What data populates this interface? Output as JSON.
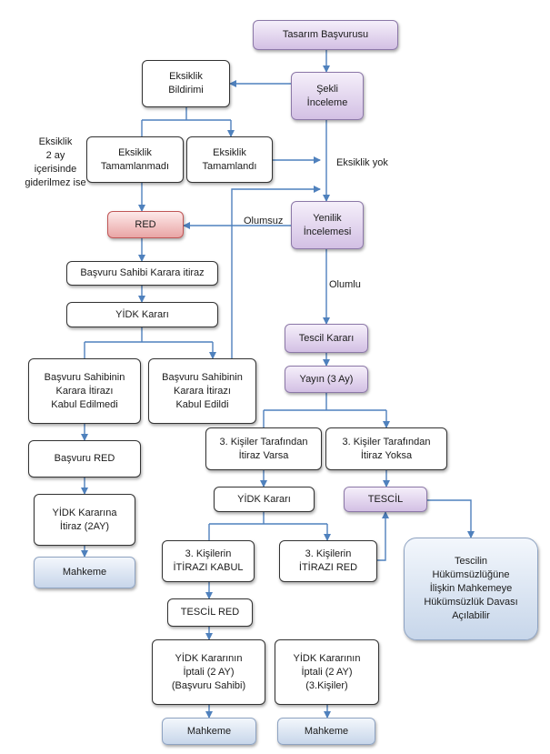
{
  "nodes": {
    "tasarim_basvurusu": "Tasarım Başvurusu",
    "sekli_inceleme": "Şekli\nİnceleme",
    "eksiklik_bildirimi": "Eksiklik\nBildirimi",
    "eksiklik_tamamlanmadi": "Eksiklik\nTamamlanmadı",
    "eksiklik_tamamlandi": "Eksiklik\nTamamlandı",
    "red": "RED",
    "yenilik_incelemesi": "Yenilik\nİncelemesi",
    "basvuru_sahibi_karara_itiraz": "Başvuru Sahibi Karara itiraz",
    "yidk_karari_1": "YİDK Kararı",
    "itiraz_kabul_edilmedi": "Başvuru Sahibinin\nKarara İtirazı\nKabul Edilmedi",
    "itiraz_kabul_edildi": "Başvuru Sahibinin\nKarara İtirazı\nKabul Edildi",
    "basvuru_red": "Başvuru RED",
    "yidk_kararina_itiraz": "YİDK Kararına\nİtiraz (2AY)",
    "mahkeme_1": "Mahkeme",
    "tescil_karari": "Tescil Kararı",
    "yayin": "Yayın (3 Ay)",
    "itiraz_varsa": "3. Kişiler Tarafından\nİtiraz Varsa",
    "itiraz_yoksa": "3. Kişiler Tarafından\nİtiraz Yoksa",
    "yidk_karari_2": "YİDK Kararı",
    "tescil": "TESCİL",
    "itirazi_kabul": "3. Kişilerin\nİTİRAZI KABUL",
    "itirazi_red": "3. Kişilerin\nİTİRAZI RED",
    "hukumsuzluk": "Tescilin\nHükümsüzlüğüne\nİlişkin Mahkemeye\nHükümsüzlük Davası\nAçılabilir",
    "tescil_red": "TESCİL RED",
    "iptal_basvuru_sahibi": "YİDK Kararının\nİptali (2 AY)\n(Başvuru Sahibi)",
    "iptal_kisiler": "YİDK Kararının\nİptali (2 AY)\n(3.Kişiler)",
    "mahkeme_2": "Mahkeme",
    "mahkeme_3": "Mahkeme"
  },
  "edge_labels": {
    "eksiklik_2ay": "Eksiklik\n2 ay\niçerisinde\ngiderilmez ise",
    "eksiklik_yok": "Eksiklik yok",
    "olumsuz": "Olumsuz",
    "olumlu": "Olumlu"
  },
  "colors": {
    "arrow": "#4f81bd",
    "process_fill": "#d3c0e4",
    "red_fill": "#e9a5a5",
    "court_fill": "#c7d6ea"
  }
}
